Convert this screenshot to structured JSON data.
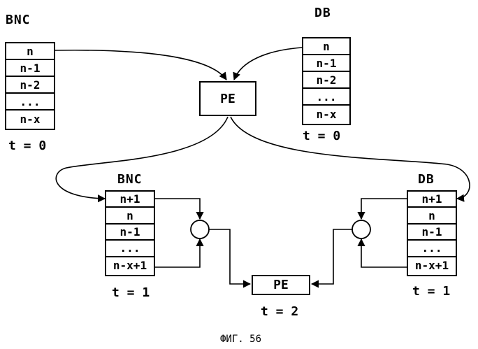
{
  "top": {
    "bnc_title": "BNC",
    "db_title": "DB",
    "bnc_cells": [
      "n",
      "n-1",
      "n-2",
      "...",
      "n-x"
    ],
    "db_cells": [
      "n",
      "n-1",
      "n-2",
      "...",
      "n-x"
    ],
    "bnc_time": "t = 0",
    "db_time": "t = 0",
    "pe_label": "PE"
  },
  "bottom": {
    "bnc_title": "BNC",
    "db_title": "DB",
    "bnc_cells": [
      "n+1",
      "n",
      "n-1",
      "...",
      "n-x+1"
    ],
    "db_cells": [
      "n+1",
      "n",
      "n-1",
      "...",
      "n-x+1"
    ],
    "bnc_time": "t = 1",
    "db_time": "t = 1",
    "pe_label": "PE",
    "pe_time": "t = 2"
  },
  "caption": "ФИГ. 56"
}
